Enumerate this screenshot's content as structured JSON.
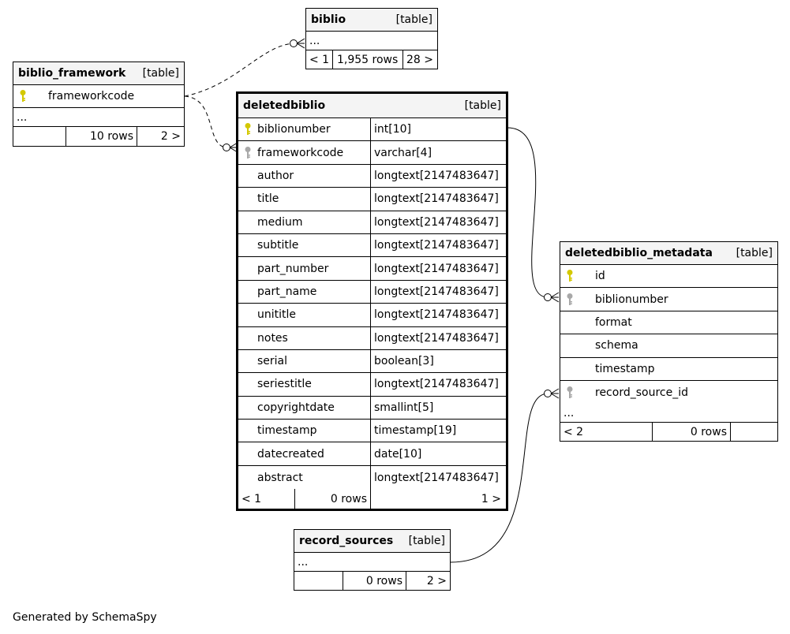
{
  "tables": {
    "biblio": {
      "name": "biblio",
      "type": "[table]",
      "ellipsis": "...",
      "footer": {
        "left": "< 1",
        "middle": "1,955 rows",
        "right": "28 >"
      }
    },
    "biblio_framework": {
      "name": "biblio_framework",
      "type": "[table]",
      "columns": [
        {
          "name": "frameworkcode",
          "key": "primary"
        }
      ],
      "ellipsis": "...",
      "footer": {
        "left": "",
        "middle": "10 rows",
        "right": "2 >"
      }
    },
    "deletedbiblio": {
      "name": "deletedbiblio",
      "type": "[table]",
      "columns": [
        {
          "name": "biblionumber",
          "datatype": "int[10]",
          "key": "primary"
        },
        {
          "name": "frameworkcode",
          "datatype": "varchar[4]",
          "key": "foreign"
        },
        {
          "name": "author",
          "datatype": "longtext[2147483647]",
          "key": ""
        },
        {
          "name": "title",
          "datatype": "longtext[2147483647]",
          "key": ""
        },
        {
          "name": "medium",
          "datatype": "longtext[2147483647]",
          "key": ""
        },
        {
          "name": "subtitle",
          "datatype": "longtext[2147483647]",
          "key": ""
        },
        {
          "name": "part_number",
          "datatype": "longtext[2147483647]",
          "key": ""
        },
        {
          "name": "part_name",
          "datatype": "longtext[2147483647]",
          "key": ""
        },
        {
          "name": "unititle",
          "datatype": "longtext[2147483647]",
          "key": ""
        },
        {
          "name": "notes",
          "datatype": "longtext[2147483647]",
          "key": ""
        },
        {
          "name": "serial",
          "datatype": "boolean[3]",
          "key": ""
        },
        {
          "name": "seriestitle",
          "datatype": "longtext[2147483647]",
          "key": ""
        },
        {
          "name": "copyrightdate",
          "datatype": "smallint[5]",
          "key": ""
        },
        {
          "name": "timestamp",
          "datatype": "timestamp[19]",
          "key": ""
        },
        {
          "name": "datecreated",
          "datatype": "date[10]",
          "key": ""
        },
        {
          "name": "abstract",
          "datatype": "longtext[2147483647]",
          "key": ""
        }
      ],
      "footer": {
        "left": "< 1",
        "middle": "0 rows",
        "right": "1 >"
      }
    },
    "deletedbiblio_metadata": {
      "name": "deletedbiblio_metadata",
      "type": "[table]",
      "columns": [
        {
          "name": "id",
          "key": "primary"
        },
        {
          "name": "biblionumber",
          "key": "foreign"
        },
        {
          "name": "format",
          "key": ""
        },
        {
          "name": "schema",
          "key": ""
        },
        {
          "name": "timestamp",
          "key": ""
        },
        {
          "name": "record_source_id",
          "key": "foreign"
        }
      ],
      "ellipsis": "...",
      "footer": {
        "left": "< 2",
        "middle": "0 rows",
        "right": ""
      }
    },
    "record_sources": {
      "name": "record_sources",
      "type": "[table]",
      "ellipsis": "...",
      "footer": {
        "left": "",
        "middle": "0 rows",
        "right": "2 >"
      }
    }
  },
  "caption": "Generated by SchemaSpy",
  "colors": {
    "primary_key": "#d4c800",
    "foreign_key": "#a8a8a8",
    "header_bg": "#f4f4f4",
    "line": "#000000"
  }
}
